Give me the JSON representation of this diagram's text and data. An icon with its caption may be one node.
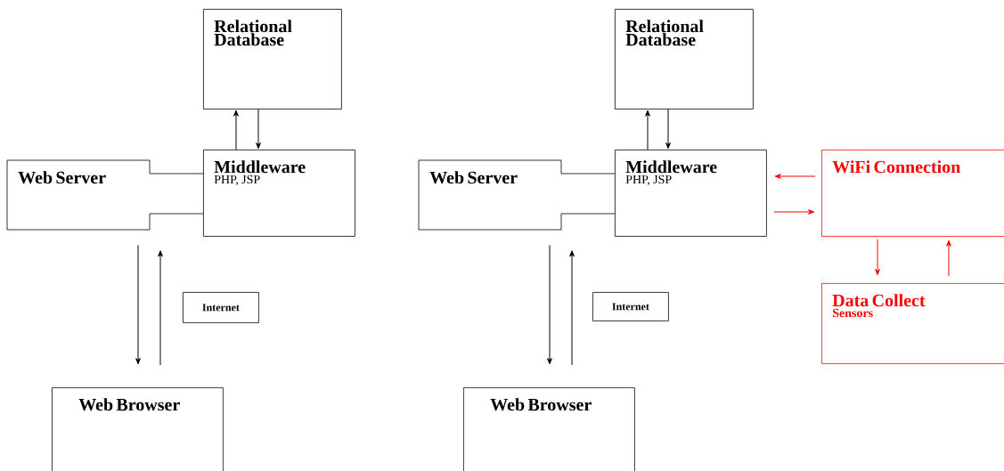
{
  "diagram": {
    "nodes": [
      {
        "text": [
          "Relational Database"
        ]
      },
      {
        "text": [
          "Web Server"
        ]
      },
      {
        "text": [
          "Middleware",
          "PHP, JSP"
        ]
      },
      {
        "text": [
          "Internet"
        ]
      },
      {
        "text": [
          "Web Browser"
        ]
      },
      {
        "text": [
          "Relational Database"
        ]
      },
      {
        "text": [
          "Web Server"
        ]
      },
      {
        "text": [
          "Middleware",
          "PHP, JSP"
        ]
      },
      {
        "text": [
          "WiFi Connection"
        ]
      },
      {
        "text": [
          "Internet"
        ]
      },
      {
        "text": [
          "Data Collect",
          "Sensors"
        ]
      },
      {
        "text": [
          "Web Browser"
        ]
      }
    ],
    "edges": [
      {
        "from": 2,
        "to": 0,
        "arrow": "to"
      },
      {
        "from": 0,
        "to": 2,
        "arrow": "to"
      },
      {
        "from": 1,
        "to": 4,
        "arrow": "to"
      },
      {
        "from": 4,
        "to": 1,
        "arrow": "to"
      },
      {
        "from": 7,
        "to": 5,
        "arrow": "to"
      },
      {
        "from": 5,
        "to": 7,
        "arrow": "to"
      },
      {
        "from": 6,
        "to": 11,
        "arrow": "to"
      },
      {
        "from": 11,
        "to": 6,
        "arrow": "to"
      },
      {
        "from": 8,
        "to": 7,
        "arrow": "to",
        "color": "#ff0000"
      },
      {
        "from": 7,
        "to": 8,
        "arrow": "to",
        "color": "#ff0000"
      },
      {
        "from": 8,
        "to": 10,
        "arrow": "to",
        "color": "#ff0000"
      },
      {
        "from": 10,
        "to": 8,
        "arrow": "to",
        "color": "#ff0000"
      }
    ]
  }
}
